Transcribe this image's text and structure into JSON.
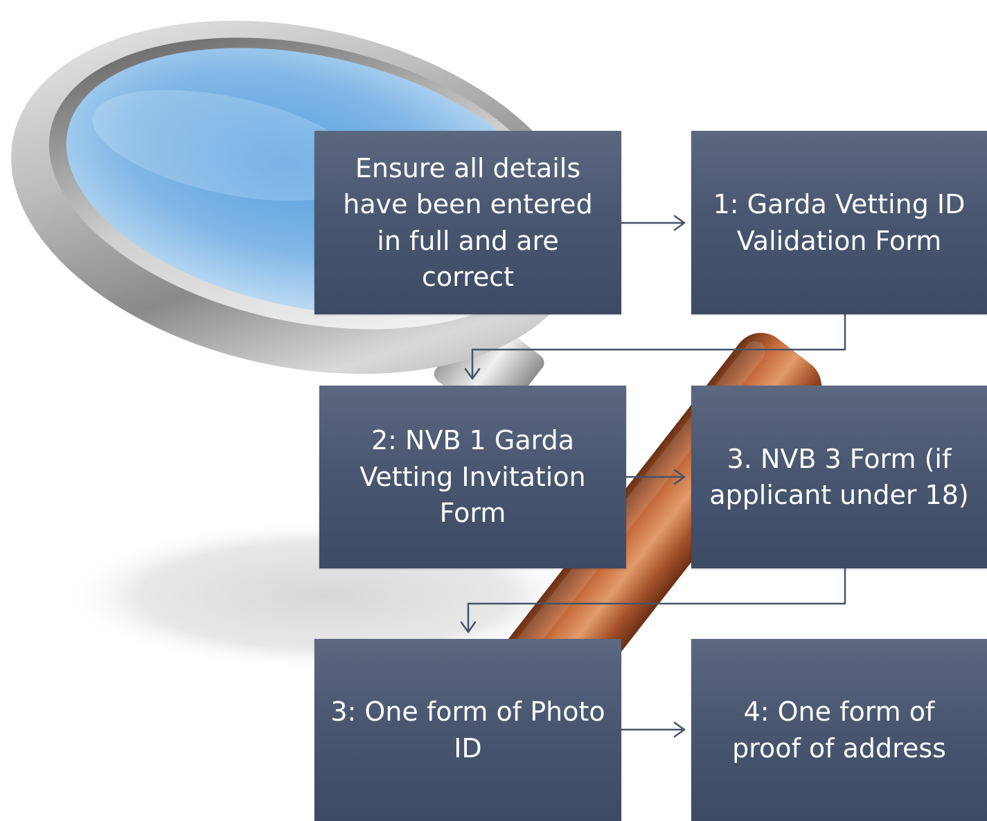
{
  "steps": {
    "ensure": "Ensure all details have been entered in full and are correct",
    "step1": "1: Garda Vetting ID Validation Form",
    "step2": "2: NVB 1 Garda Vetting Invitation Form",
    "step3a": "3. NVB 3 Form (if applicant under 18)",
    "step3b": "3: One form of Photo ID",
    "step4": "4: One form of proof of address"
  },
  "colors": {
    "box_top": "#5c6880",
    "box_bottom": "#3c4a64",
    "box_text": "#ffffff",
    "connector": "#44546a",
    "lens": "#7fb6e6",
    "handle": "#a0522d"
  },
  "icons": {
    "background": "magnifying-glass-icon"
  }
}
